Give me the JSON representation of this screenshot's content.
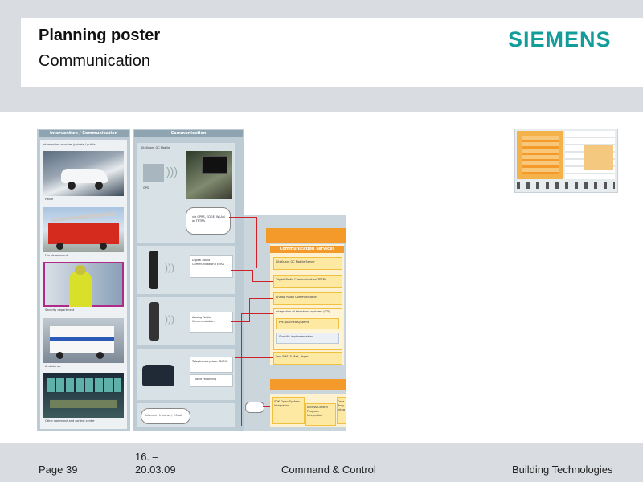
{
  "header": {
    "title": "Planning poster",
    "subtitle": "Communication",
    "logo": "SIEMENS"
  },
  "poster": {
    "left_column_header": "Intervention / Communication",
    "left_column_sub": "Intervention services (private / public)",
    "service_labels": [
      "Police",
      "Fire department",
      "Security department",
      "Ambulance",
      "Other command and control center"
    ],
    "middle_column_header": "Communication",
    "middle_panel_label": "SiteGuard GC Mobile",
    "gps_label": "GPS",
    "cloud_label_1": "via GPRS, EDGE, WLAN or TETRA",
    "digital_radio_label": "Digital Radio Communication TETRA",
    "analog_radio_label": "Analog Radio Communication",
    "telephone_label": "Telephone system (PABX)",
    "voice_recording_label": "Voice recording",
    "internet_label": "Internet / Intranet / E-Mail",
    "services_header": "Communication services",
    "services": [
      "SiteGuard GC Mobile Server",
      "Digital Radio Communication TETRA",
      "Analog Radio Communication",
      "Integration of telephone systems (CTI)",
      "Pre-qualified systems",
      "Specific implementation",
      "Fax, SMS, E-Mail, Pager"
    ],
    "bottom_items": [
      "SDK Open System Integration",
      "Access Control Program Integration",
      "Data Prog. Integ."
    ]
  },
  "footer": {
    "page": "Page 39",
    "date_line1": "16. –",
    "date_line2": "20.03.09",
    "center": "Command & Control",
    "right": "Building Technologies"
  },
  "colors": {
    "brand": "#129d9b",
    "band": "#d9dde2",
    "accent_orange": "#f39a2a",
    "line_red": "#d0202a"
  }
}
